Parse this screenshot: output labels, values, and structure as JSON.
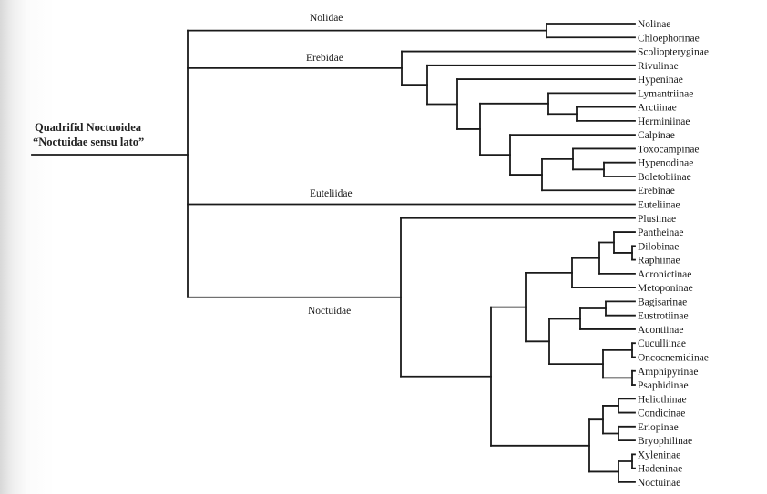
{
  "root_label": {
    "line1": "Quadrifid Noctuoidea",
    "line2": "“Noctuidae sensu lato”"
  },
  "tree": [
    {
      "family": "Nolidae",
      "clade": [
        "Nolinae",
        "Chloephorinae"
      ]
    },
    {
      "family": "Erebidae",
      "clade": [
        "Scoliopteryginae",
        [
          "Rivulinae",
          [
            "Hypeninae",
            [
              [
                "Lymantriinae",
                [
                  "Arctiinae",
                  "Herminiinae"
                ]
              ],
              [
                "Calpinae",
                [
                  [
                    "Toxocampinae",
                    [
                      "Hypenodinae",
                      "Boletobiinae"
                    ]
                  ],
                  "Erebinae"
                ]
              ]
            ]
          ]
        ]
      ]
    },
    {
      "family": "Euteliidae",
      "clade": "Euteliinae"
    },
    {
      "family": "Noctuidae",
      "clade": [
        "Plusiinae",
        [
          [
            [
              [
                [
                  "Pantheinae",
                  [
                    "Dilobinae",
                    "Raphiinae"
                  ]
                ],
                "Acronictinae"
              ],
              "Metoponinae"
            ],
            [
              [
                [
                  "Bagisarinae",
                  "Eustrotiinae"
                ],
                "Acontiinae"
              ],
              [
                [
                  "Cuculliinae",
                  "Oncocnemidinae"
                ],
                [
                  "Amphipyrinae",
                  "Psaphidinae"
                ]
              ]
            ]
          ],
          [
            [
              [
                "Heliothinae",
                "Condicinae"
              ],
              [
                "Eriopinae",
                "Bryophilinae"
              ]
            ],
            [
              [
                "Xyleninae",
                "Hadeninae"
              ],
              "Noctuinae"
            ]
          ]
        ]
      ]
    }
  ]
}
